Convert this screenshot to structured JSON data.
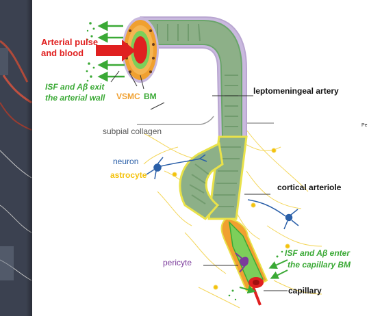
{
  "labels": {
    "arterial_pulse_line1": "Arterial pulse",
    "arterial_pulse_line2": "and blood",
    "isf_exit_line1": "ISF and Aβ exit",
    "isf_exit_line2": "the arterial wall",
    "vsmc": "VSMC",
    "bm": "BM",
    "leptomeningeal_artery": "leptomeningeal artery",
    "subpial_collagen": "subpial collagen",
    "neuron": "neuron",
    "astrocyte": "astrocyte",
    "cortical_arteriole": "cortical arteriole",
    "pericyte": "pericyte",
    "isf_enter_line1": "ISF and Aβ enter",
    "isf_enter_line2": "the capillary BM",
    "capillary": "capillary"
  },
  "edge_fragment": "Pe",
  "colors": {
    "arterial_red": "#e02020",
    "isf_green": "#3aa935",
    "vsmc_orange": "#f0a030",
    "astrocyte_yellow": "#f4c20d",
    "neuron_blue": "#2a5fa8",
    "pericyte_purple": "#7b3b9b",
    "vessel_green": "#9cbf8c",
    "collagen_lilac": "#c9b9de"
  }
}
